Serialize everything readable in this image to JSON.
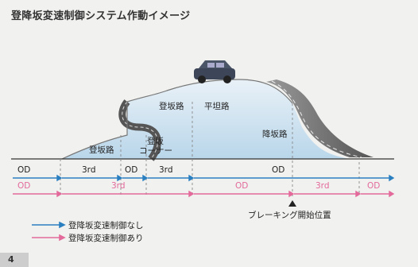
{
  "page": {
    "title": "登降坂変速制御システム作動イメージ",
    "page_number": "4"
  },
  "terrain_labels": {
    "uphill_left": "登坂路",
    "uphill_corner_1": "登坂",
    "uphill_corner_2": "コーナー",
    "uphill_top": "登坂路",
    "flat": "平坦路",
    "downhill": "降坂路"
  },
  "rows": {
    "without_control": [
      {
        "label": "OD"
      },
      {
        "label": "3rd"
      },
      {
        "label": "OD"
      },
      {
        "label": "3rd"
      },
      {
        "label": "OD"
      }
    ],
    "with_control": [
      {
        "label": "OD"
      },
      {
        "label": "3rd"
      },
      {
        "label": "OD"
      },
      {
        "label": "3rd"
      },
      {
        "label": "OD"
      }
    ]
  },
  "marker": {
    "label": "ブレーキング開始位置"
  },
  "legend": {
    "without_control": "登降坂変速制御なし",
    "with_control": "登降坂変速制御あり"
  },
  "colors": {
    "blue": "#2a7fc0",
    "pink": "#e36a9b",
    "sky": "#cfe2f0",
    "road": "#6d6d6d"
  }
}
